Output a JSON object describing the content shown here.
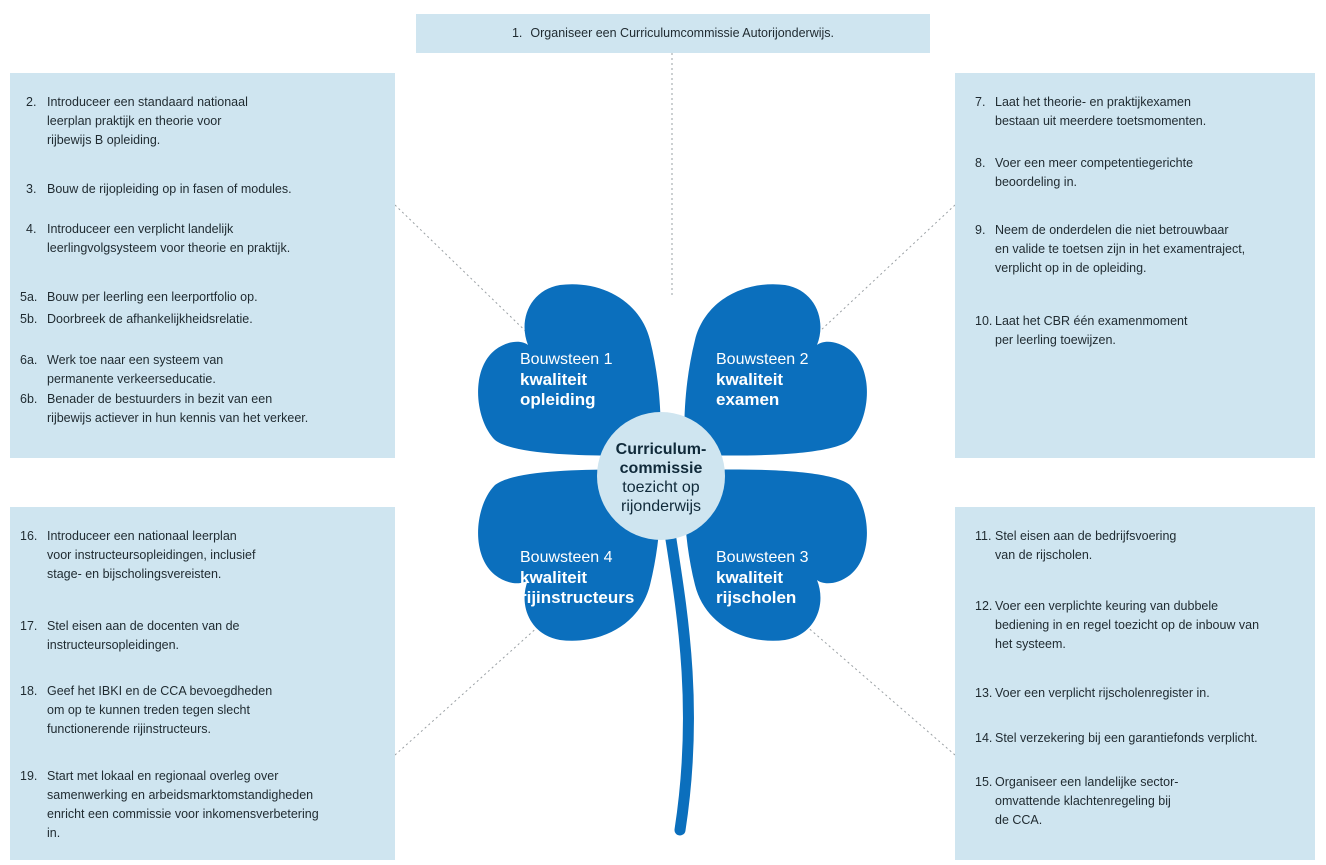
{
  "top": {
    "num": "1.",
    "text": "Organiseer een Curriculumcommissie Autorijonderwijs."
  },
  "top_left": [
    {
      "num": "2.",
      "text": "Introduceer een standaard nationaal\nleerplan praktijk en theorie voor\nrijbewijs B opleiding."
    },
    {
      "num": "3.",
      "text": "Bouw de rijopleiding op in fasen of modules."
    },
    {
      "num": "4.",
      "text": "Introduceer een verplicht landelijk\nleerlingvolgsysteem voor theorie en praktijk."
    },
    {
      "num": "5a.",
      "text": "Bouw per leerling een leerportfolio op."
    },
    {
      "num": "5b.",
      "text": "Doorbreek de afhankelijkheidsrelatie."
    },
    {
      "num": "6a.",
      "text": "Werk toe naar een systeem van\npermanente verkeerseducatie."
    },
    {
      "num": "6b.",
      "text": "Benader de bestuurders in bezit van een\nrijbewijs actiever in hun kennis van het verkeer."
    }
  ],
  "top_right": [
    {
      "num": "7.",
      "text": "Laat het theorie- en praktijkexamen\nbestaan uit meerdere toetsmomenten."
    },
    {
      "num": "8.",
      "text": "Voer een meer competentiegerichte\nbeoordeling in."
    },
    {
      "num": "9.",
      "text": "Neem de onderdelen die niet betrouwbaar\nen valide te toetsen zijn in het examentraject,\nverplicht op in de opleiding."
    },
    {
      "num": "10.",
      "text": "Laat het CBR één examenmoment\nper leerling toewijzen."
    }
  ],
  "bottom_left": [
    {
      "num": "16.",
      "text": "Introduceer een nationaal leerplan\nvoor instructeursopleidingen, inclusief\nstage- en bijscholingsvereisten."
    },
    {
      "num": "17.",
      "text": "Stel eisen aan de docenten van de\ninstructeursopleidingen."
    },
    {
      "num": "18.",
      "text": "Geef het IBKI en de CCA bevoegdheden\nom op te kunnen treden tegen slecht\nfunctionerende rijinstructeurs."
    },
    {
      "num": "19.",
      "text": "Start met lokaal en regionaal overleg over\nsamenwerking en arbeidsmarktomstandigheden\nenricht een commissie voor inkomensverbetering\nin."
    }
  ],
  "bottom_right": [
    {
      "num": "11.",
      "text": "Stel eisen aan de bedrijfsvoering\nvan de rijscholen."
    },
    {
      "num": "12.",
      "text": "Voer een verplichte keuring van dubbele\nbediening in en regel toezicht op de inbouw van\nhet systeem."
    },
    {
      "num": "13.",
      "text": "Voer een verplicht rijscholenregister in."
    },
    {
      "num": "14.",
      "text": "Stel verzekering bij een garantiefonds verplicht."
    },
    {
      "num": "15.",
      "text": "Organiseer een landelijke sector-\nomvattende klachtenregeling bij\nde CCA."
    }
  ],
  "leaves": {
    "leaf1": {
      "line1": "Bouwsteen 1",
      "line2": "kwaliteit\nopleiding"
    },
    "leaf2": {
      "line1": "Bouwsteen 2",
      "line2": "kwaliteit\nexamen"
    },
    "leaf3": {
      "line1": "Bouwsteen 3",
      "line2": "kwaliteit\nrijscholen"
    },
    "leaf4": {
      "line1": "Bouwsteen 4",
      "line2": "kwaliteit\nrijinstructeurs"
    }
  },
  "center": {
    "bold": "Curriculum-\ncommissie",
    "normal": "toezicht op\nrijonderwijs"
  },
  "colors": {
    "leaf": "#0b6fbd",
    "box": "#cfe5f0",
    "center": "#cfe5f0",
    "connector": "#999999"
  }
}
